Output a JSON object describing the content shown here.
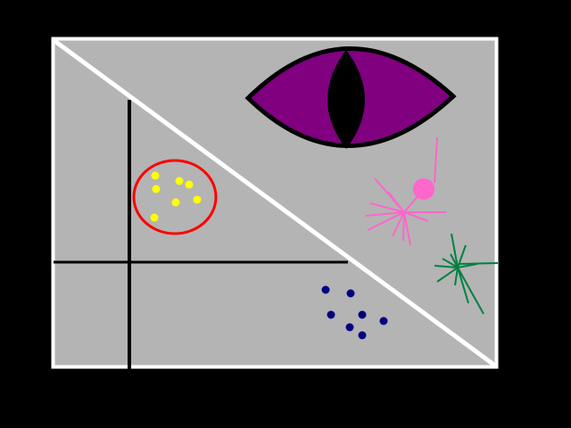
{
  "colors": {
    "background": "#000000",
    "canvas": "#b4b4b4",
    "border": "#ffffff",
    "eye_iris": "#800080",
    "circle_outline": "#ff0000",
    "yellow_dots": "#ffff00",
    "navy_dots": "#000080",
    "pink_figure": "#ff66cc",
    "green_figure": "#008040"
  },
  "shapes": [
    "diagonal-line",
    "crosshair-lines",
    "red-circle-with-yellow-dots",
    "purple-eye",
    "pink-starburst",
    "green-starburst",
    "navy-dots"
  ]
}
